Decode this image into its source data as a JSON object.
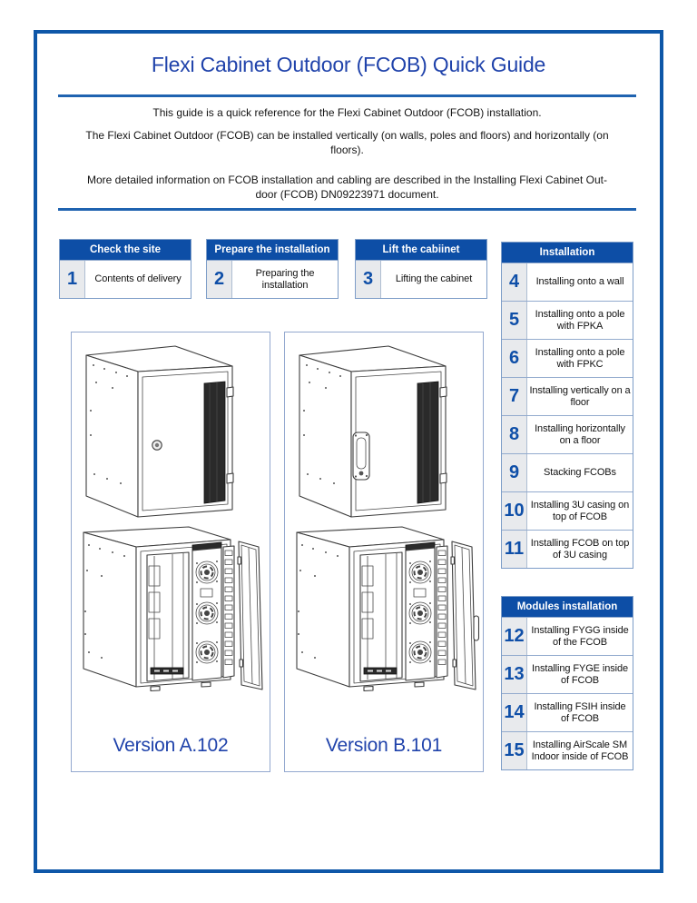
{
  "title": "Flexi Cabinet Outdoor (FCOB) Quick Guide",
  "intro": {
    "paragraphs": [
      {
        "lines": [
          "This guide is a quick reference for the Flexi Cabinet Outdoor (FCOB) installation."
        ]
      },
      {
        "lines": [
          "The Flexi Cabinet Outdoor (FCOB) can be installed vertically (on walls, poles and floors) and horizontally (on",
          "floors)."
        ]
      },
      {
        "lines": [
          "More detailed information on FCOB installation and cabling are described in the Installing Flexi Cabinet Out-",
          "door (FCOB) DN09223971 document."
        ]
      }
    ]
  },
  "step_tables": [
    {
      "header": "Check the site",
      "rows": [
        {
          "num": "1",
          "label": "Contents of delivery"
        }
      ]
    },
    {
      "header": "Prepare the installation",
      "rows": [
        {
          "num": "2",
          "label": "Preparing the installation"
        }
      ]
    },
    {
      "header": "Lift the cabiinet",
      "rows": [
        {
          "num": "3",
          "label": "Lifting the cabinet"
        }
      ]
    },
    {
      "header": "Installation",
      "rows": [
        {
          "num": "4",
          "label": "Installing onto a wall"
        },
        {
          "num": "5",
          "label": "Installing onto a pole with FPKA"
        },
        {
          "num": "6",
          "label": "Installing onto a pole with FPKC"
        },
        {
          "num": "7",
          "label": "Installing vertically on a floor"
        },
        {
          "num": "8",
          "label": "Installing horizontally on a floor"
        },
        {
          "num": "9",
          "label": "Stacking FCOBs"
        },
        {
          "num": "10",
          "label": "Installing 3U casing on top of FCOB"
        },
        {
          "num": "11",
          "label": "Installing FCOB on top of 3U casing"
        }
      ]
    },
    {
      "header": "Modules installation",
      "rows": [
        {
          "num": "12",
          "label": "Installing FYGG inside of the FCOB"
        },
        {
          "num": "13",
          "label": "Installing FYGE inside of FCOB"
        },
        {
          "num": "14",
          "label": "Installing FSIH inside of FCOB"
        },
        {
          "num": "15",
          "label": "Installing AirScale SM Indoor inside of FCOB"
        }
      ]
    }
  ],
  "figures": [
    {
      "caption": "Version A.102"
    },
    {
      "caption": "Version B.101"
    }
  ],
  "colors": {
    "accent_blue": "#2043ab",
    "table_header_blue": "#0d4ea6",
    "step_number_blue": "#0f4fa8",
    "frame_border_blue": "#0e57a8",
    "rule_blue": "#1f63b0",
    "panel_border_blue": "#93a8cf",
    "number_cell_gray": "#e8eaed"
  }
}
